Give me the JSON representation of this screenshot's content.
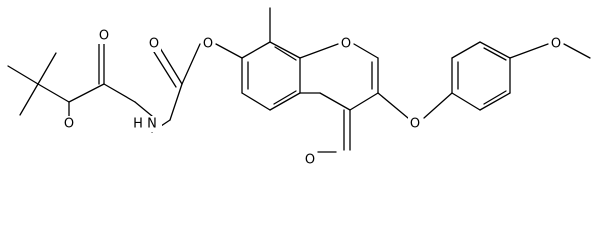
{
  "diagram": {
    "type": "chemical-structure",
    "atoms": {
      "o_carbamate_carbonyl": "O",
      "o_carbamate_ester": "O",
      "n_amide": "N",
      "o_glycine_carbonyl": "O",
      "o_ester_link": "O",
      "o_ring": "O",
      "o_ketone": "O",
      "o_ether_link": "O",
      "o_methoxy": "O"
    },
    "h_on_n": "H",
    "colors": {
      "bond": "#000000",
      "label": "#000000",
      "background": "#ffffff"
    }
  }
}
